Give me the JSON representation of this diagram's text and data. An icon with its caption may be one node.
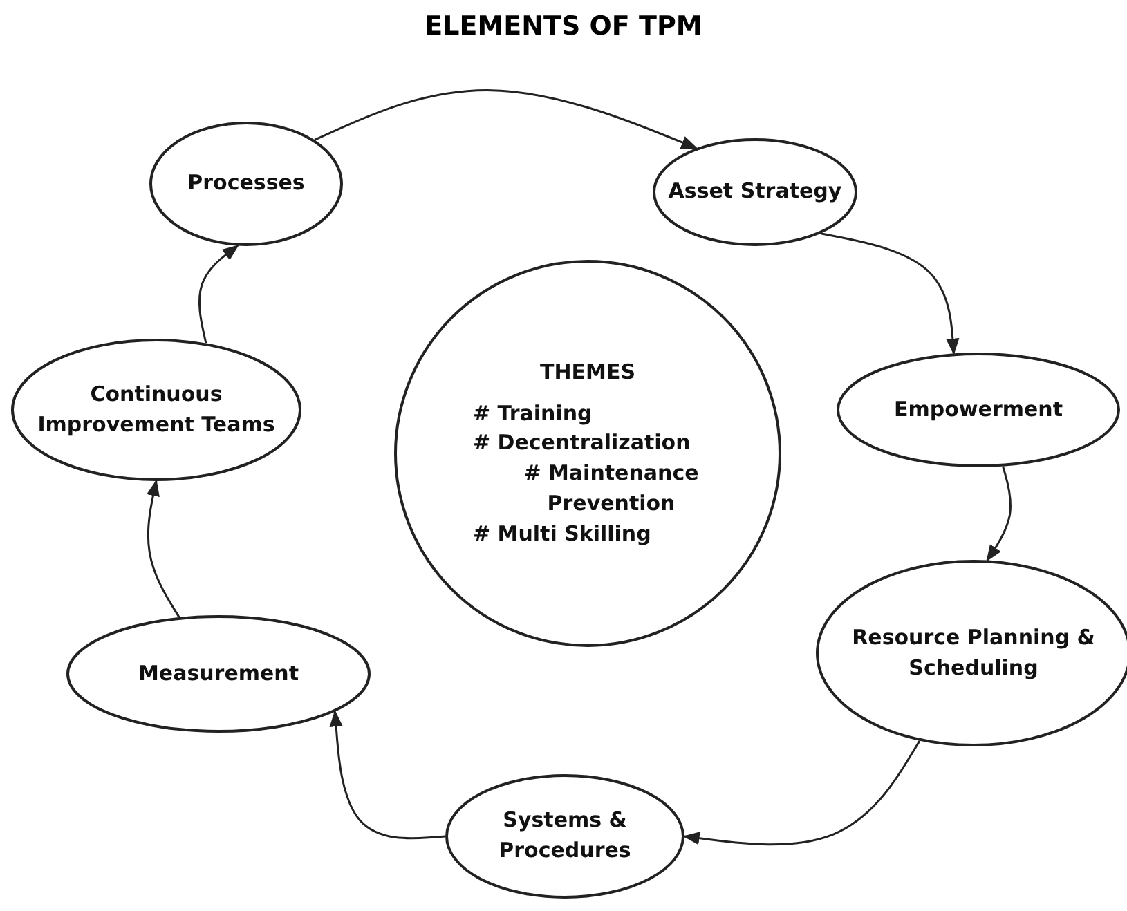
{
  "diagram": {
    "title": "ELEMENTS OF TPM",
    "nodes": [
      {
        "text": [
          "Processes"
        ]
      },
      {
        "text": [
          "Asset Strategy"
        ]
      },
      {
        "text": [
          "Empowerment"
        ]
      },
      {
        "text": [
          "Resource Planning & Scheduling"
        ]
      },
      {
        "text": [
          "Systems & Procedures"
        ]
      },
      {
        "text": [
          "Measurement"
        ]
      },
      {
        "text": [
          "Continuous Improvement Teams"
        ]
      },
      {
        "text": [
          "THEMES",
          "# Training",
          "# Decentralization",
          "# Maintenance Prevention",
          "# Multi Skilling"
        ]
      }
    ],
    "edges": [
      {
        "from": 0,
        "to": 1,
        "arrow": "to"
      },
      {
        "from": 1,
        "to": 2,
        "arrow": "to"
      },
      {
        "from": 2,
        "to": 3,
        "arrow": "to"
      },
      {
        "from": 3,
        "to": 4,
        "arrow": "to"
      },
      {
        "from": 4,
        "to": 5,
        "arrow": "to"
      },
      {
        "from": 5,
        "to": 6,
        "arrow": "to"
      },
      {
        "from": 6,
        "to": 0,
        "arrow": "to"
      }
    ]
  }
}
